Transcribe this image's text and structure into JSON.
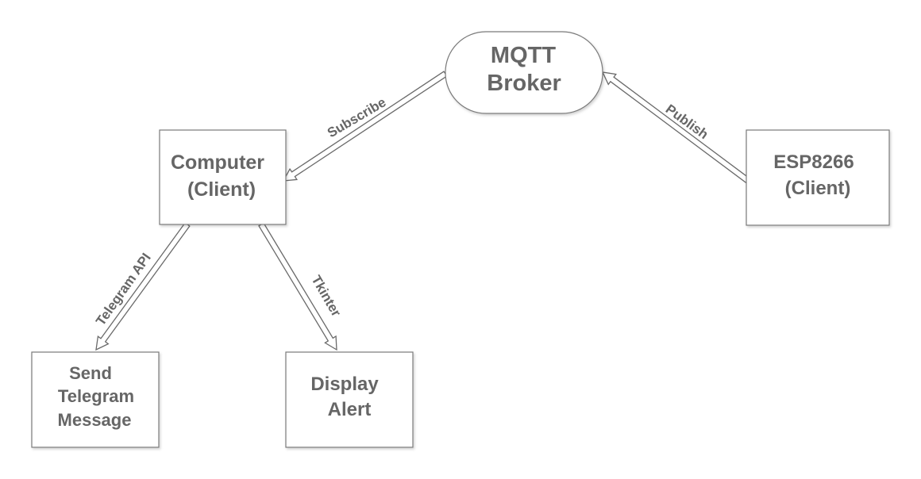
{
  "nodes": {
    "broker": {
      "lines": [
        "MQTT",
        "Broker"
      ]
    },
    "computer": {
      "lines": [
        "Computer",
        "(Client)"
      ]
    },
    "esp": {
      "lines": [
        "ESP8266",
        "(Client)"
      ]
    },
    "telegram": {
      "lines": [
        "Send",
        "Telegram",
        "Message"
      ]
    },
    "alert": {
      "lines": [
        "Display",
        "Alert"
      ]
    }
  },
  "edges": {
    "subscribe": "Subscribe",
    "publish": "Publish",
    "telegram_api": "Telegram API",
    "tkinter": "Tkinter"
  },
  "colors": {
    "text": "#666666",
    "border": "#7a7a7a",
    "arrow_outline": "#6a6a6a",
    "fill": "#ffffff"
  }
}
